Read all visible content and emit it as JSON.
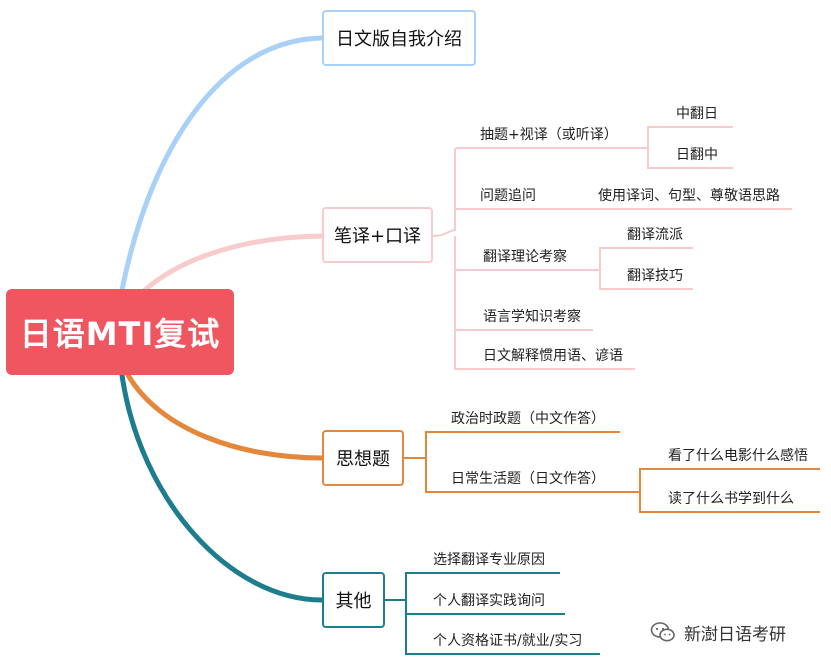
{
  "root": "日语MTI复试",
  "branches": [
    {
      "label": "日文版自我介绍",
      "color": "#a9d1f7"
    },
    {
      "label": "笔译+口译",
      "color": "#f8cccc"
    },
    {
      "label": "思想题",
      "color": "#e4873a"
    },
    {
      "label": "其他",
      "color": "#1c7d8c"
    }
  ],
  "translation": {
    "items": [
      "抽题+视译（或听译）",
      "问题追问",
      "翻译理论考察",
      "语言学知识考察",
      "日文解释惯用语、谚语"
    ],
    "sub_sight": [
      "中翻日",
      "日翻中"
    ],
    "sub_followup": "使用译词、句型、尊敬语思路",
    "sub_theory": [
      "翻译流派",
      "翻译技巧"
    ]
  },
  "thinking": {
    "items": [
      "政治时政题（中文作答）",
      "日常生活题（日文作答）"
    ],
    "sub_daily": [
      "看了什么电影什么感悟",
      "读了什么书学到什么"
    ]
  },
  "others": {
    "items": [
      "选择翻译专业原因",
      "个人翻译实践询问",
      "个人资格证书/就业/实习"
    ]
  },
  "watermark": "新澍日语考研"
}
